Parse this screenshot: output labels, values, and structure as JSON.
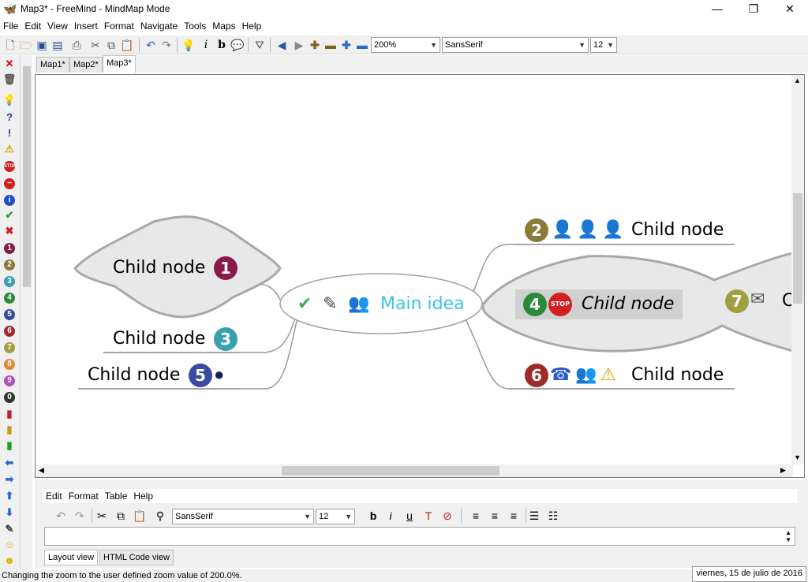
{
  "window": {
    "title": "Map3* - FreeMind - MindMap Mode",
    "minimize": "—",
    "maximize": "❐",
    "close": "✕"
  },
  "menu": [
    "File",
    "Edit",
    "View",
    "Insert",
    "Format",
    "Navigate",
    "Tools",
    "Maps",
    "Help"
  ],
  "toolbar": {
    "zoom": "200%",
    "font": "SansSerif",
    "font_size": "12"
  },
  "tabs": [
    "Map1*",
    "Map2*",
    "Map3*"
  ],
  "active_tab": "Map3*",
  "mindmap": {
    "main": "Main idea",
    "children": [
      {
        "label": "Child node",
        "number": "1"
      },
      {
        "label": "Child node",
        "number": "2"
      },
      {
        "label": "Child node",
        "number": "3"
      },
      {
        "label": "Child node",
        "number": "4"
      },
      {
        "label": "Child node",
        "number": "5"
      },
      {
        "label": "Child node",
        "number": "6"
      },
      {
        "label": "C",
        "number": "7"
      }
    ]
  },
  "editor": {
    "menu": [
      "Edit",
      "Format",
      "Table",
      "Help"
    ],
    "font": "SansSerif",
    "font_size": "12",
    "tabs": [
      "Layout view",
      "HTML Code view"
    ],
    "active_tab": "Layout view"
  },
  "status": {
    "message": "Changing the zoom to the user defined zoom value of 200.0%.",
    "date": "viernes, 15 de julio de 2016"
  },
  "colors": {
    "main_text": "#3ac6e0",
    "node_fill": "#e8e8e8",
    "node_border": "#a8a8a8"
  }
}
